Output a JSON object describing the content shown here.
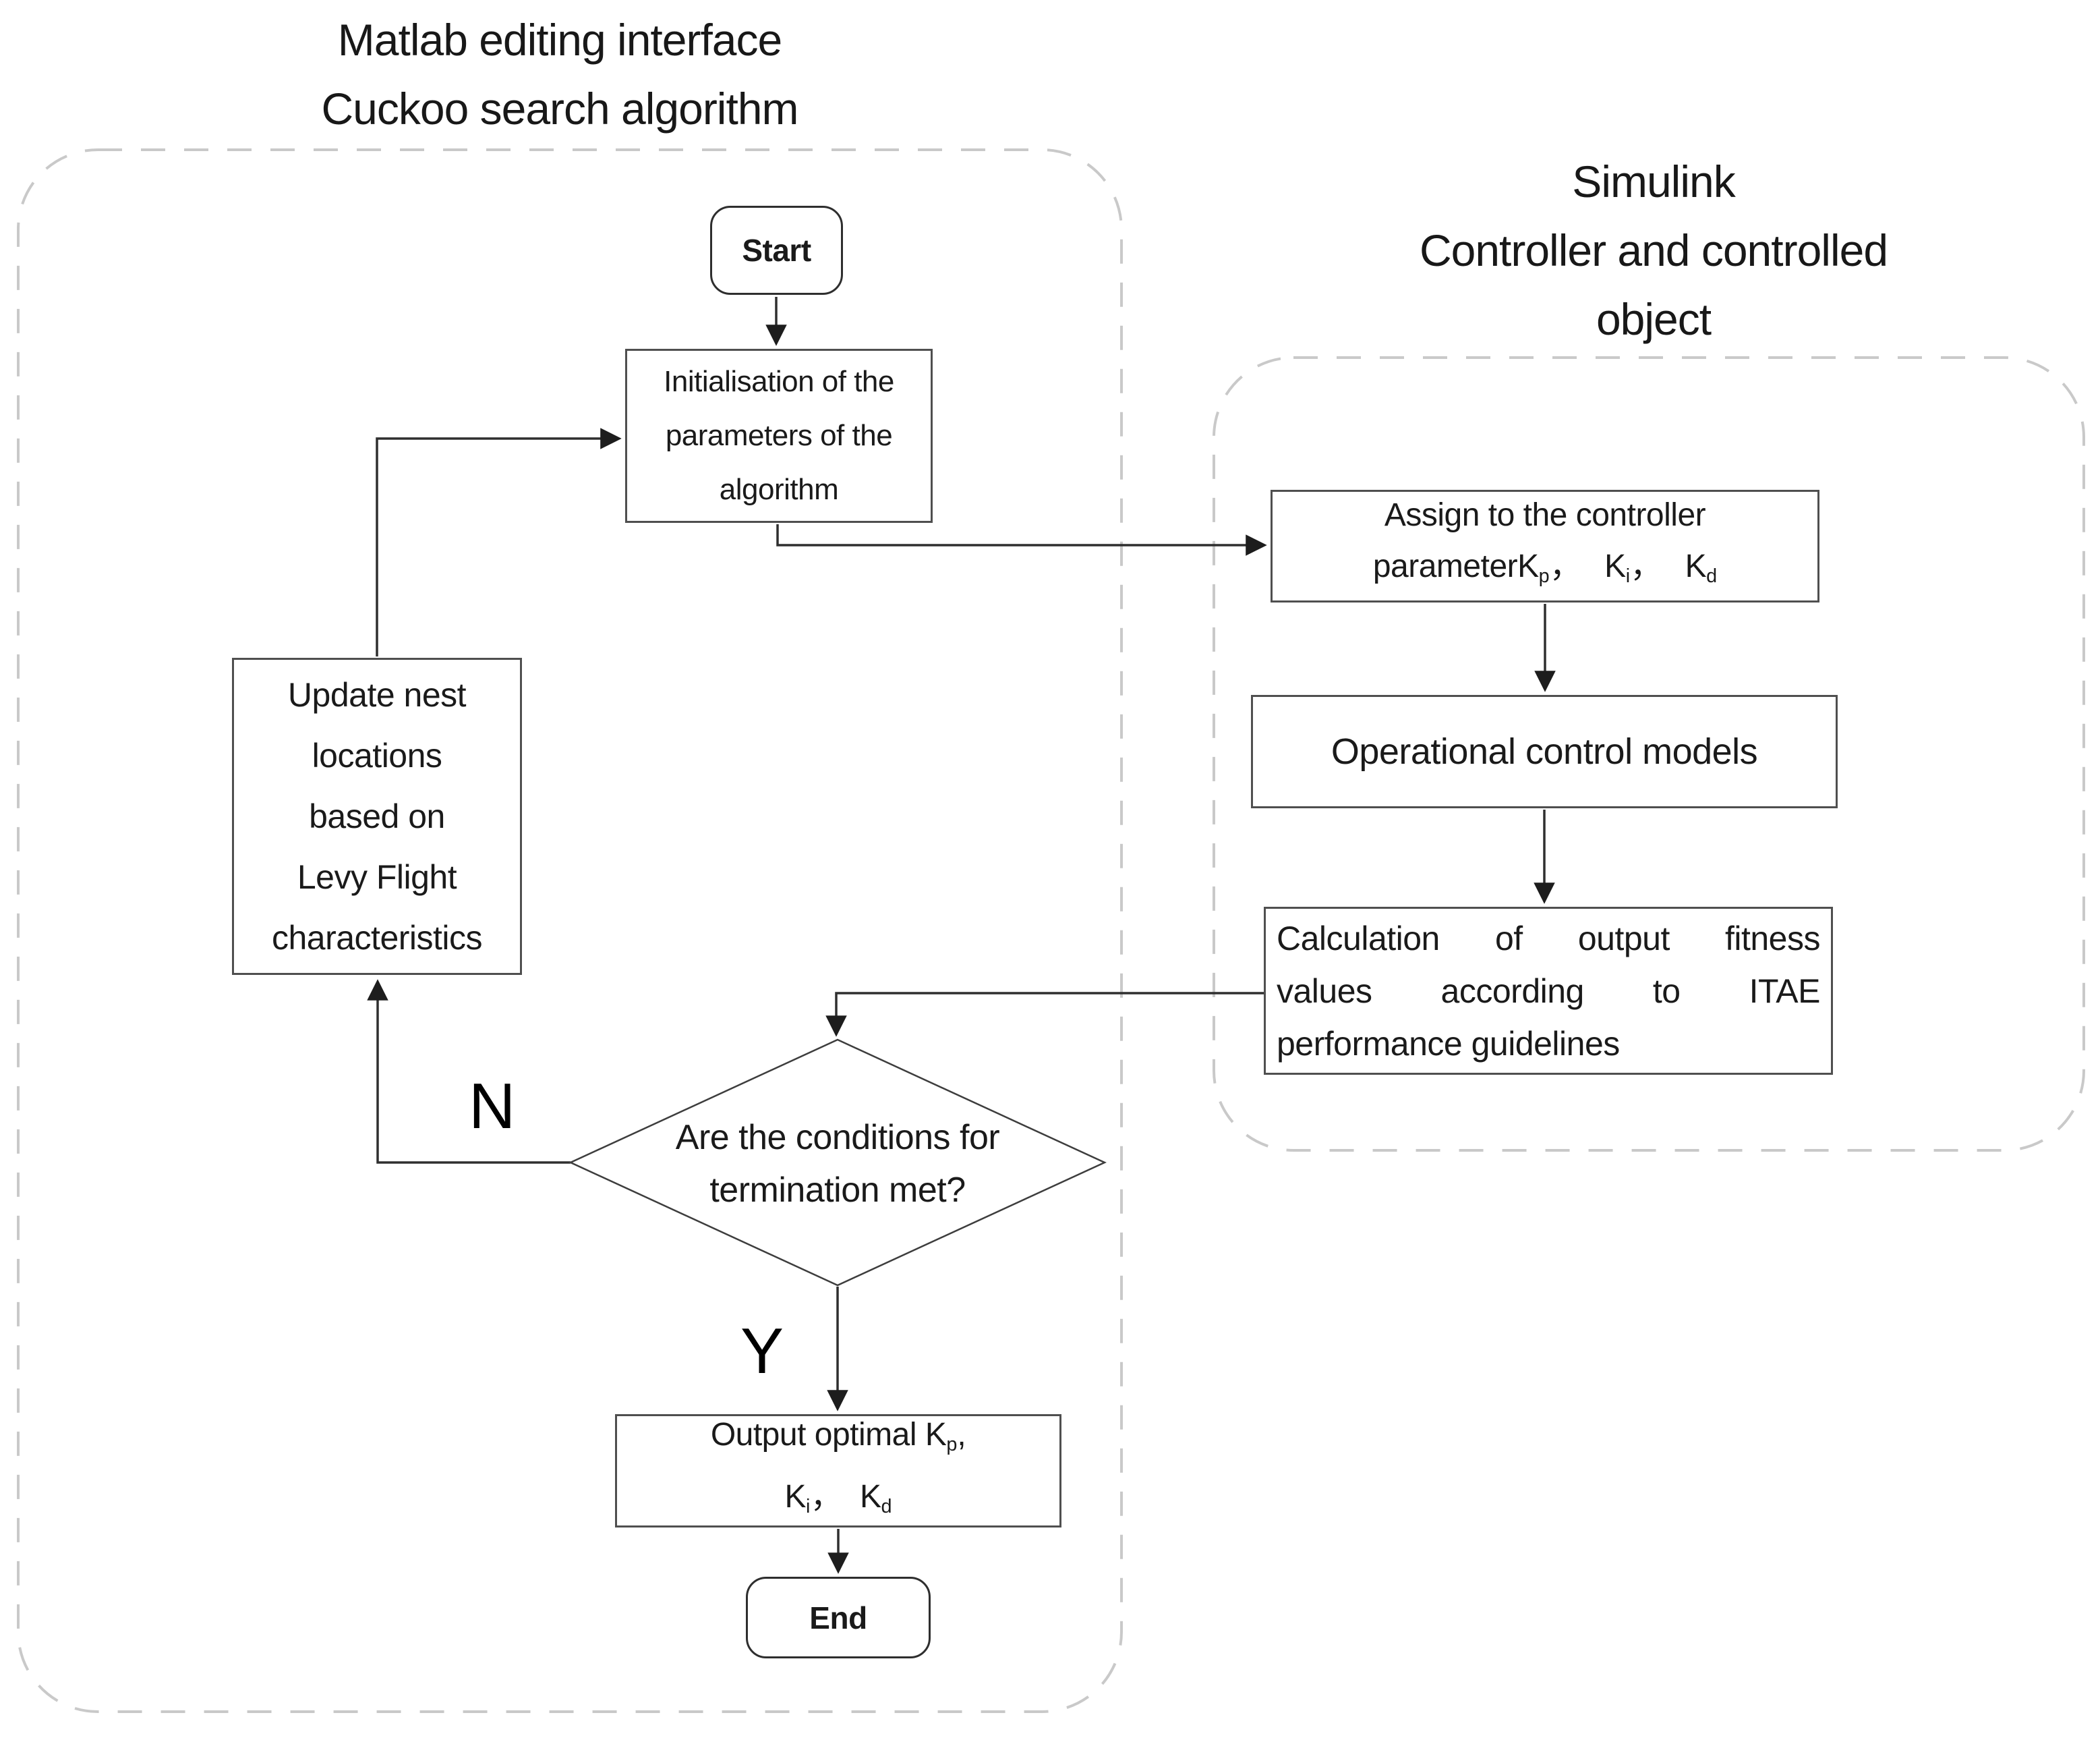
{
  "titles": {
    "left": [
      "Matlab editing interface",
      "Cuckoo search algorithm"
    ],
    "right": [
      "Simulink",
      "Controller and controlled",
      "object"
    ]
  },
  "nodes": {
    "start": "Start",
    "init": [
      "Initialisation of the",
      "parameters of the",
      "algorithm"
    ],
    "update": [
      "Update nest",
      "locations",
      "based on",
      "Levy Flight",
      "characteristics"
    ],
    "assign": {
      "line1": "Assign to the controller",
      "prefix": "parameter",
      "k1b": "K",
      "k1s": "p",
      "k1c": "，",
      "k2b": "K",
      "k2s": "i",
      "k2c": "，",
      "k3b": "K",
      "k3s": "d"
    },
    "operational": "Operational control models",
    "calculation": [
      "Calculation of output fitness",
      "values according to ITAE",
      "performance guidelines"
    ],
    "decision": [
      "Are the conditions for",
      "termination met?"
    ],
    "output": {
      "prefix": "Output optimal ",
      "k1b": "K",
      "k1s": "p",
      "k1c": ",",
      "k2b": "K",
      "k2s": "i",
      "k2c": "，",
      "k3b": "K",
      "k3s": "d"
    },
    "end": "End"
  },
  "labels": {
    "no": "N",
    "yes": "Y"
  },
  "colors": {
    "node_border": "#4f4f4f",
    "terminal_border": "#2e2e2e",
    "connector": "#2f2f2f",
    "dashed_border": "#c9c9c9",
    "text": "#1a1a1a"
  }
}
